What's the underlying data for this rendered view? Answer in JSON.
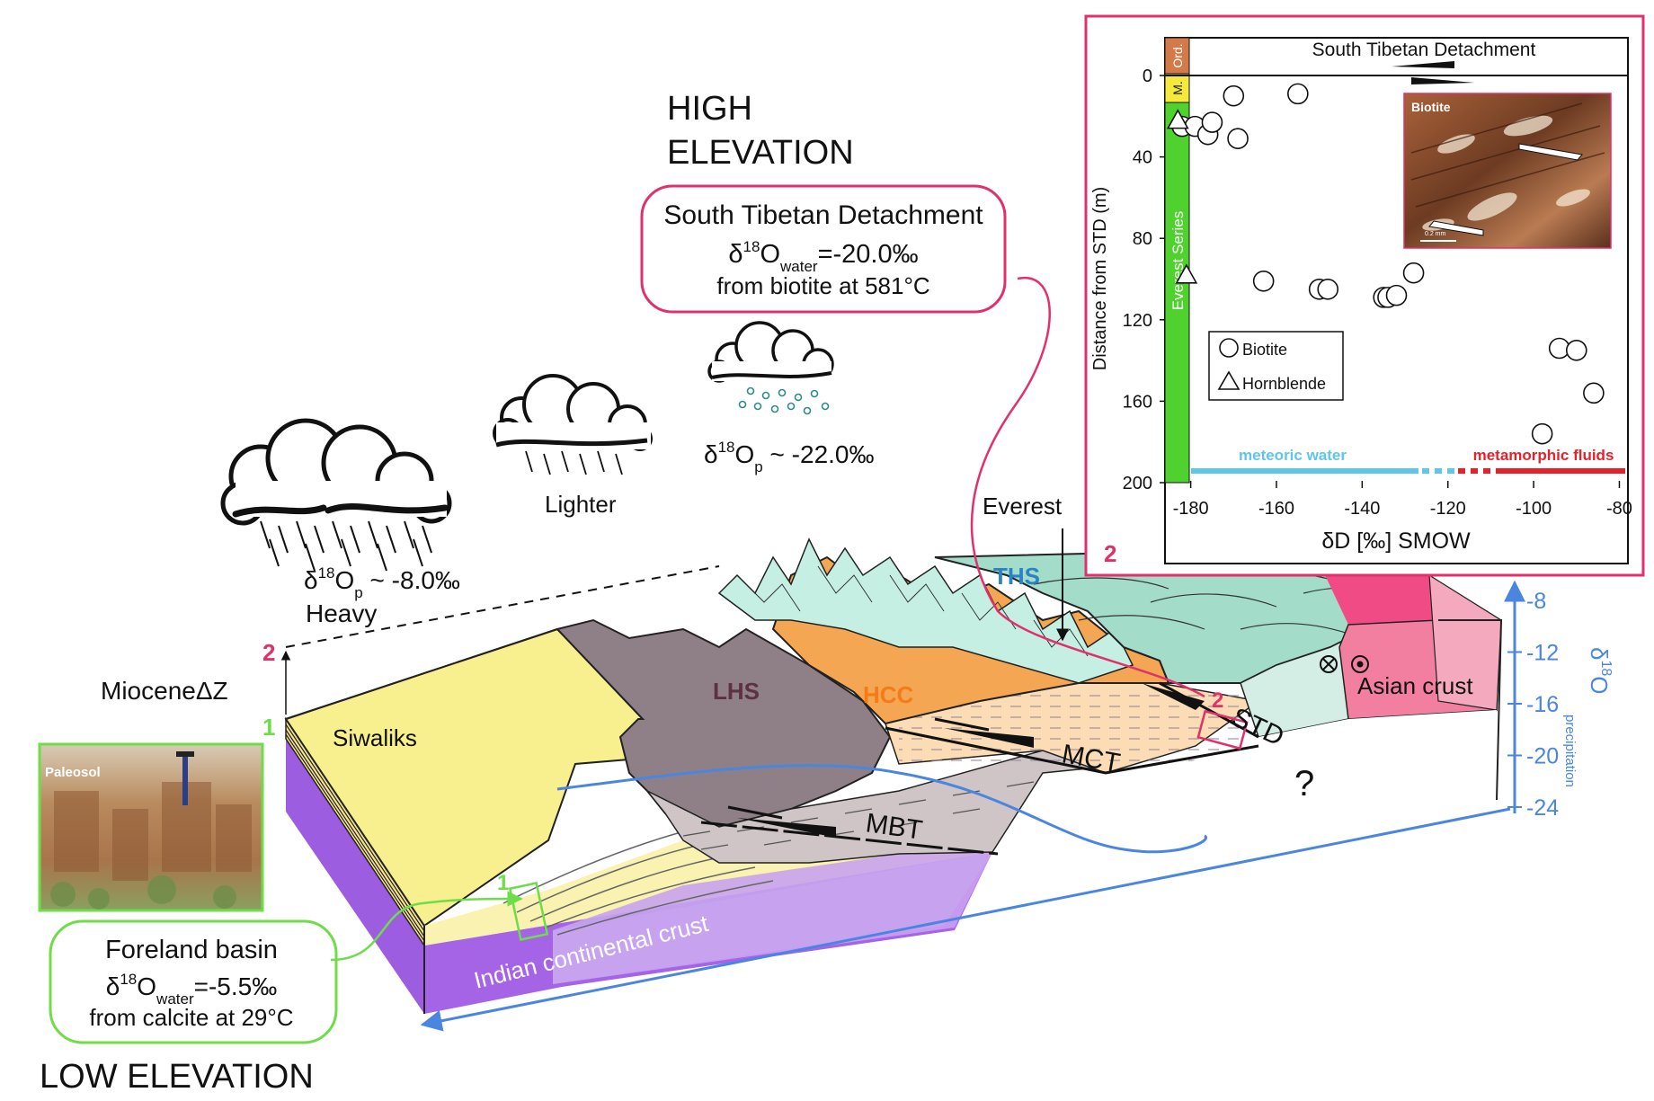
{
  "labels": {
    "high_elevation_1": "HIGH",
    "high_elevation_2": "ELEVATION",
    "low_elevation": "LOW ELEVATION",
    "lighter": "Lighter",
    "heavy": "Heavy",
    "everest": "Everest",
    "miocene": "Miocene",
    "delta_z": "ΔZ",
    "siwaliks": "Siwaliks",
    "lhs": "LHS",
    "hcc": "HCC",
    "ths": "THS",
    "mct": "MCT",
    "mbt": "MBT",
    "std": "STD",
    "asian_crust": "Asian crust",
    "indian_crust": "Indian continental crust",
    "question": "?",
    "paleosol": "Paleosol",
    "marker_1": "1",
    "marker_2": "2"
  },
  "precip": {
    "heavy": {
      "delta": "δ",
      "sup": "18",
      "o": "O",
      "sub": "p",
      "value": " ~ -8.0‰"
    },
    "high": {
      "delta": "δ",
      "sup": "18",
      "o": "O",
      "sub": "p",
      "value": " ~ -22.0‰"
    }
  },
  "std_box": {
    "title": "South Tibetan Detachment",
    "delta": "δ",
    "sup": "18",
    "o": "O",
    "sub": "water",
    "value": "=-20.0‰",
    "line3": "from biotite at 581°C"
  },
  "foreland_box": {
    "title": "Foreland basin",
    "delta": "δ",
    "sup": "18",
    "o": "O",
    "sub": "water",
    "value": "=-5.5‰",
    "line3": "from calcite at 29°C"
  },
  "precip_axis": {
    "title_delta": "δ",
    "title_sup": "18",
    "title_o": "O",
    "title_sub": "precipitation",
    "ticks": [
      "-8",
      "-12",
      "-16",
      "-20",
      "-24"
    ]
  },
  "inset": {
    "panel_number": "2",
    "title": "South Tibetan Detachment",
    "ylabel": "Distance from STD (m)",
    "xlabel": "δD [‰] SMOW",
    "series_label": "Everest Series",
    "ord_label": "Ord.",
    "m_label": "M.",
    "photo_label": "Biotite",
    "scale_label": "0.2 mm",
    "legend_biotite": "Biotite",
    "legend_hornblende": "Hornblende",
    "meteoric": "meteoric water",
    "metamorphic": "metamorphic fluids",
    "xticks": [
      "-180",
      "-160",
      "-140",
      "-120",
      "-100",
      "-80"
    ],
    "yticks": [
      "0",
      "40",
      "80",
      "120",
      "160",
      "200"
    ]
  },
  "colors": {
    "pink": "#e0316a",
    "green": "#6fdc4a",
    "blue_axis": "#4a86e0",
    "siwaliks": "#f8ef8e",
    "lhs": "#8f7f86",
    "hcc": "#f4a653",
    "ths": "#a3dcc8",
    "asian": "#f27fa0",
    "indian": "#9d5de0",
    "meteoric": "#5ec6ea",
    "metamorphic": "#e8202a",
    "everest_series": "#4fd12e"
  },
  "chart_data": {
    "type": "scatter",
    "title": "South Tibetan Detachment",
    "xlabel": "δD [‰] SMOW",
    "ylabel": "Distance from STD (m)",
    "xlim": [
      -186,
      -78
    ],
    "ylim": [
      200,
      0
    ],
    "grid": false,
    "legend": "bottom-left",
    "series": [
      {
        "name": "Biotite",
        "points": [
          [
            -182,
            25
          ],
          [
            -179,
            25
          ],
          [
            -176,
            29
          ],
          [
            -175,
            23
          ],
          [
            -170,
            10
          ],
          [
            -169,
            31
          ],
          [
            -155,
            9
          ],
          [
            -163,
            101
          ],
          [
            -150,
            105
          ],
          [
            -148,
            105
          ],
          [
            -135,
            109
          ],
          [
            -134,
            109
          ],
          [
            -132,
            108
          ],
          [
            -128,
            97
          ],
          [
            -94,
            134
          ],
          [
            -90,
            135
          ],
          [
            -86,
            156
          ],
          [
            -98,
            176
          ]
        ]
      },
      {
        "name": "Hornblende",
        "points": [
          [
            -183,
            22
          ],
          [
            -181,
            98
          ]
        ]
      }
    ]
  }
}
